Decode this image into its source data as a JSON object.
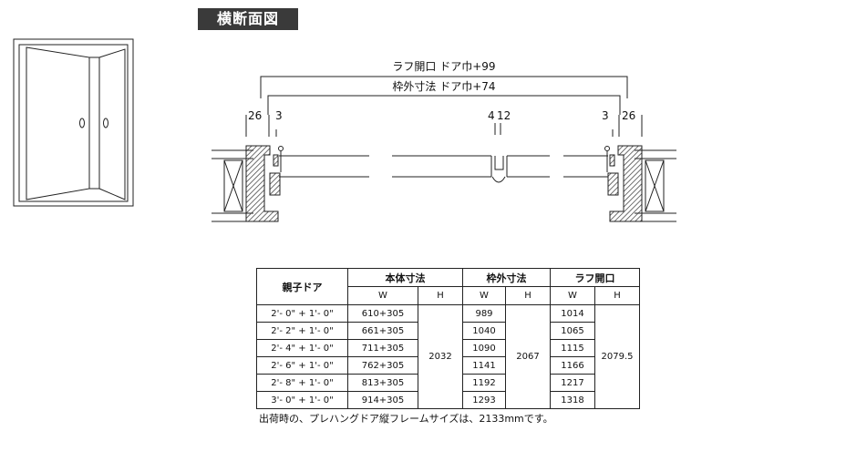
{
  "section_title": "横断面図",
  "dimensions": {
    "rough_opening": "ラフ開口 ドア巾+99",
    "frame_outside": "枠外寸法 ドア巾+74",
    "left_outer": "26",
    "left_inner": "3",
    "center_left": "4",
    "center_right": "12",
    "right_inner": "3",
    "right_outer": "26"
  },
  "table": {
    "header_model": "親子ドア",
    "header_body": "本体寸法",
    "header_frame": "枠外寸法",
    "header_rough": "ラフ開口",
    "col_w": "W",
    "col_h": "H",
    "rows": [
      {
        "model": "2'- 0\" + 1'- 0\"",
        "body_w": "610+305",
        "frame_w": "989",
        "rough_w": "1014"
      },
      {
        "model": "2'- 2\" + 1'- 0\"",
        "body_w": "661+305",
        "frame_w": "1040",
        "rough_w": "1065"
      },
      {
        "model": "2'- 4\" + 1'- 0\"",
        "body_w": "711+305",
        "frame_w": "1090",
        "rough_w": "1115"
      },
      {
        "model": "2'- 6\" + 1'- 0\"",
        "body_w": "762+305",
        "frame_w": "1141",
        "rough_w": "1166"
      },
      {
        "model": "2'- 8\" + 1'- 0\"",
        "body_w": "813+305",
        "frame_w": "1192",
        "rough_w": "1217"
      },
      {
        "model": "3'- 0\" + 1'- 0\"",
        "body_w": "914+305",
        "frame_w": "1293",
        "rough_w": "1318"
      }
    ],
    "body_h": "2032",
    "frame_h": "2067",
    "rough_h": "2079.5"
  },
  "note": "出荷時の、プレハングドア縦フレームサイズは、2133mmです。"
}
